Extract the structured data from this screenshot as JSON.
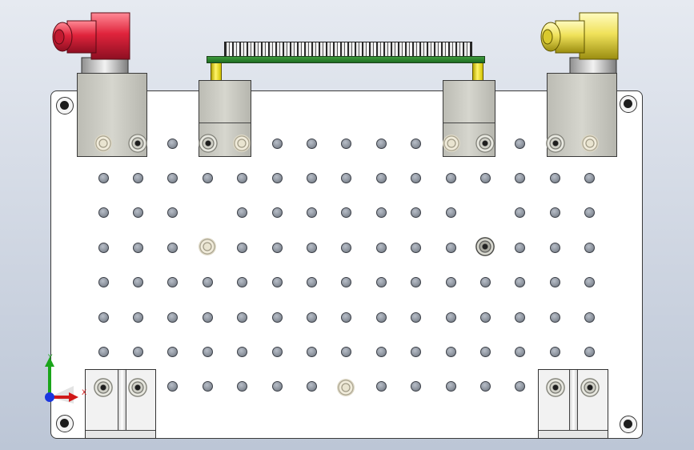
{
  "viewport": {
    "background": [
      "#e6eaf1",
      "#bcc6d6"
    ],
    "plate_color": "#ffffff"
  },
  "connectors": [
    {
      "name": "left-rf-connector",
      "color": "#e0243c"
    },
    {
      "name": "right-rf-connector",
      "color": "#f0e25a"
    }
  ],
  "triad": {
    "y_label": "Y",
    "x_label": "X",
    "y_color": "#1aa51a",
    "x_color": "#d01818",
    "z_color": "#1a36e0"
  },
  "hole_grid": {
    "rows": 8,
    "cols": 15
  }
}
